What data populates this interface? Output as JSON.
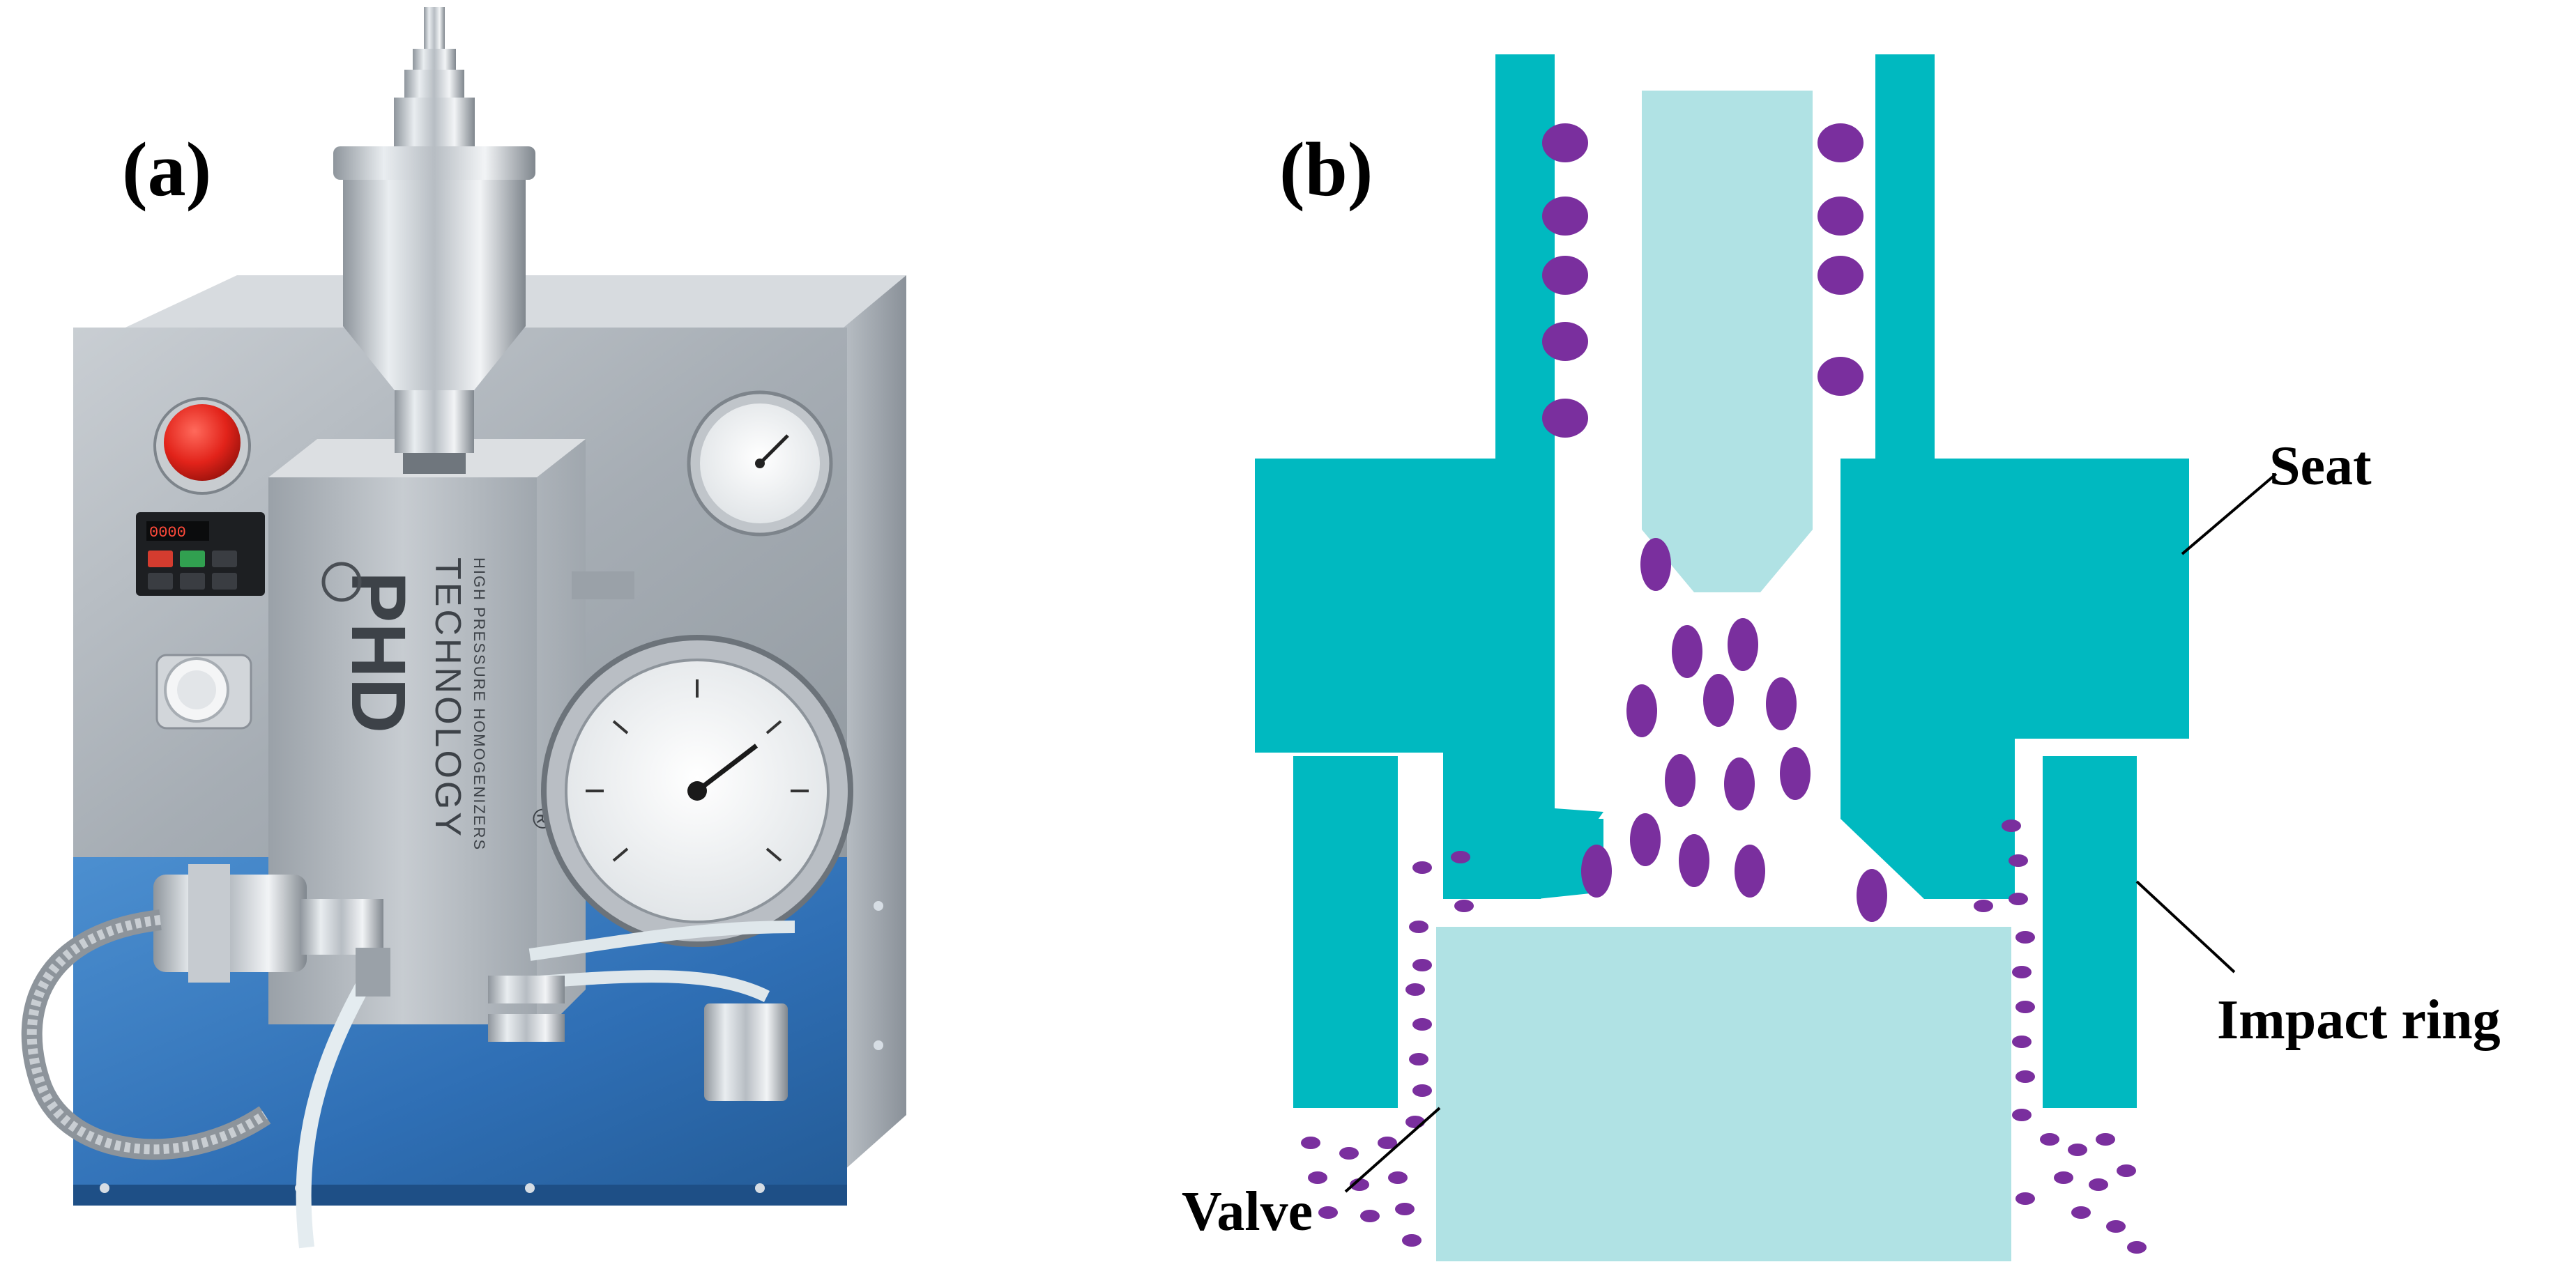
{
  "panels": {
    "a": {
      "label": "(a)"
    },
    "b": {
      "label": "(b)"
    }
  },
  "machine": {
    "brand_mark": "PHD",
    "brand_line1": "TECHNOLOGY",
    "brand_line2": "HIGH PRESSURE HOMOGENIZERS",
    "registered": "®"
  },
  "diagram": {
    "labels": {
      "seat": "Seat",
      "impact_ring": "Impact ring",
      "valve": "Valve"
    },
    "colors": {
      "seat": "#00b9c0",
      "valve": "#b0e2e4",
      "particle": "#7a2f9e"
    }
  }
}
